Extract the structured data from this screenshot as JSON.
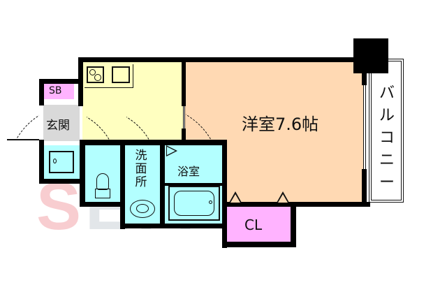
{
  "floor_plan": {
    "rooms": [
      {
        "id": "western-room",
        "label": "洋室7.6帖",
        "color": "#ffd9b3"
      },
      {
        "id": "kitchen",
        "label": "",
        "color": "#ffffc0"
      },
      {
        "id": "shoe-box",
        "label": "SB",
        "color": "#ffb3ff"
      },
      {
        "id": "entrance",
        "label": "玄関",
        "color": "#d9d9d9"
      },
      {
        "id": "washer-space",
        "label": "",
        "color": "#b3ffff"
      },
      {
        "id": "toilet",
        "label": "WC",
        "color": "#b3ffff"
      },
      {
        "id": "washroom",
        "label": "洗面所",
        "color": "#b3ffff"
      },
      {
        "id": "bathroom",
        "label": "浴室",
        "color": "#b3ffff"
      },
      {
        "id": "closet",
        "label": "CL",
        "color": "#ffb3ff"
      },
      {
        "id": "balcony",
        "label": "バルコニー",
        "color": "#ffffff"
      }
    ],
    "watermark": {
      "text": "SETTO",
      "letters": [
        "S",
        "E",
        "T",
        "T",
        "O"
      ]
    }
  },
  "colors": {
    "wall": "#000000",
    "western_room": "#ffd9b3",
    "kitchen": "#ffffc0",
    "wet_area": "#b3ffff",
    "closet": "#ffb3ff",
    "entrance": "#d9d9d9"
  }
}
